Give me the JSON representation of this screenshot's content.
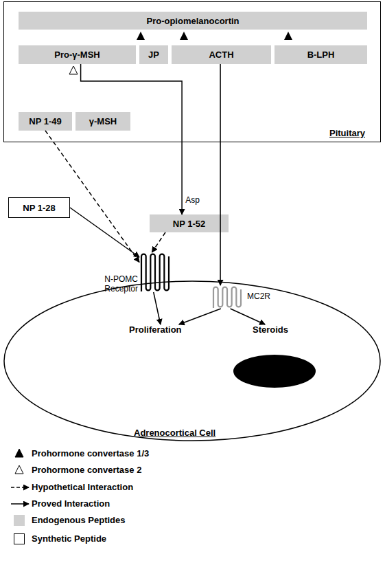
{
  "diagram": {
    "nodes": [
      {
        "text": [
          "Pituitary"
        ]
      },
      {
        "text": [
          "Pro-opiomelanocortin"
        ],
        "in": 0
      },
      {
        "text": [
          "Pro-γ-MSH"
        ],
        "in": 0
      },
      {
        "text": [
          "JP"
        ],
        "in": 0
      },
      {
        "text": [
          "ACTH"
        ],
        "in": 0
      },
      {
        "text": [
          "B-LPH"
        ],
        "in": 0
      },
      {
        "text": [
          "NP 1-49"
        ],
        "in": 0
      },
      {
        "text": [
          "γ-MSH"
        ],
        "in": 0
      },
      {
        "text": [
          "NP 1-28"
        ]
      },
      {
        "text": [
          "NP 1-52"
        ]
      },
      {
        "text": [
          "N-POMC Receptor"
        ]
      },
      {
        "text": [
          "MC2R"
        ]
      },
      {
        "text": [
          "Adrenocortical Cell"
        ]
      },
      {
        "text": [
          "Proliferation"
        ],
        "in": 12
      },
      {
        "text": [
          "Steroids"
        ],
        "in": 12
      }
    ],
    "edges": [
      {
        "from": 2,
        "to": 9,
        "arrow": "to",
        "label": "Asp"
      },
      {
        "from": 4,
        "to": 11,
        "arrow": "to"
      },
      {
        "from": 6,
        "to": 10,
        "arrow": "to"
      },
      {
        "from": 8,
        "to": 10,
        "arrow": "to"
      },
      {
        "from": 9,
        "to": 10,
        "arrow": "to"
      },
      {
        "from": 10,
        "to": 13,
        "arrow": "to"
      },
      {
        "from": 11,
        "to": 13,
        "arrow": "to"
      },
      {
        "from": 11,
        "to": 14,
        "arrow": "to"
      }
    ],
    "legend": [
      {
        "text": "Prohormone convertase 1/3"
      },
      {
        "text": "Prohormone convertase 2"
      },
      {
        "text": "Hypothetical Interaction"
      },
      {
        "text": "Proved Interaction"
      },
      {
        "text": "Endogenous Peptides",
        "color": "#d0d0d0"
      },
      {
        "text": "Synthetic Peptide",
        "color": "#ffffff"
      }
    ]
  }
}
